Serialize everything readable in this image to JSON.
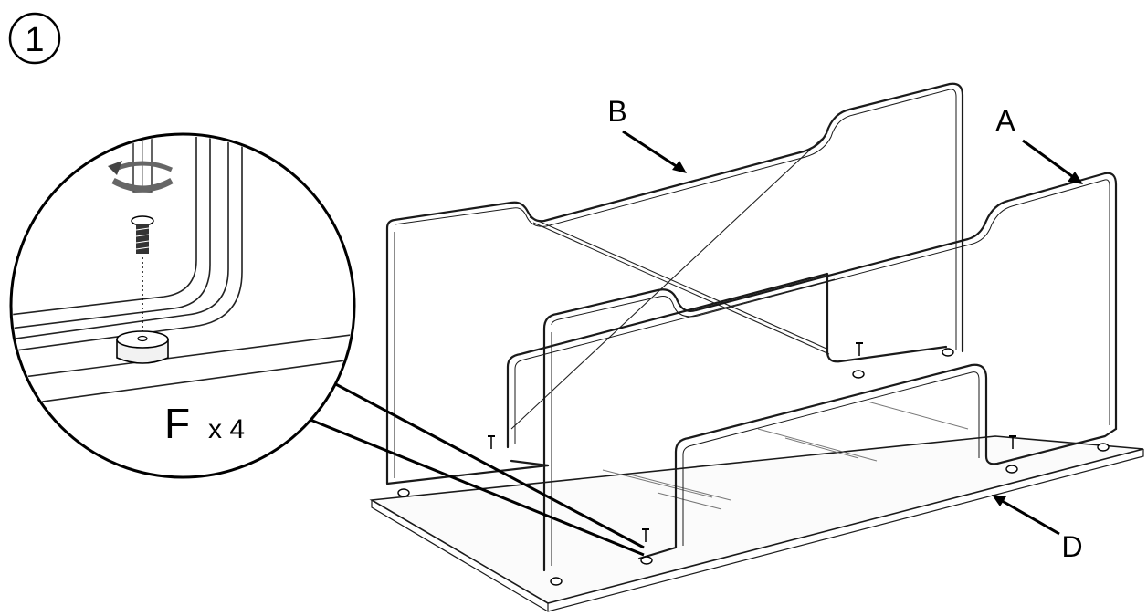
{
  "step": {
    "number": "1"
  },
  "parts": {
    "a": "A",
    "b": "B",
    "d": "D"
  },
  "fastener": {
    "letter": "F",
    "quantity": "x 4"
  },
  "icons": [
    "circled-step-number",
    "rotate-arrow-icon",
    "screw-icon",
    "screwdriver-icon"
  ]
}
